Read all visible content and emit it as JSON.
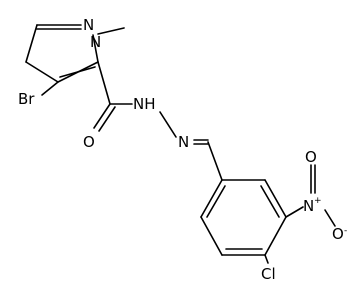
{
  "molecule": {
    "atoms": {
      "n2": "N",
      "n1": "N",
      "methyl": "",
      "br": "Br",
      "o_carbonyl": "O",
      "nh": "NH",
      "n_imine": "N",
      "n_nitro": "N",
      "nitro_plus": "+",
      "o_nitro1": "O",
      "o_nitro2": "O",
      "o_minus": "-",
      "cl": "Cl"
    }
  }
}
